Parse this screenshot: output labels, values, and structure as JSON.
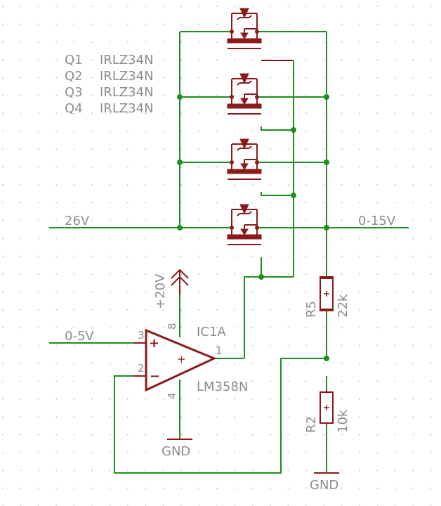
{
  "parts_list": [
    {
      "ref": "Q1",
      "value": "IRLZ34N"
    },
    {
      "ref": "Q2",
      "value": "IRLZ34N"
    },
    {
      "ref": "Q3",
      "value": "IRLZ34N"
    },
    {
      "ref": "Q4",
      "value": "IRLZ34N"
    }
  ],
  "nets": {
    "input_supply": "26V",
    "output": "0-15V",
    "control_input": "0-5V",
    "opamp_supply": "+20V",
    "ground": "GND"
  },
  "opamp": {
    "ref": "IC1A",
    "value": "LM358N",
    "pin_noninv": "3",
    "pin_inv": "2",
    "pin_out": "1",
    "pin_vcc": "8",
    "pin_gnd": "4",
    "plus_sign": "+",
    "minus_sign": "−",
    "center_mark": "+"
  },
  "resistors": [
    {
      "ref": "R5",
      "value": "22k"
    },
    {
      "ref": "R2",
      "value": "10k"
    }
  ],
  "colors": {
    "wire": "#1f8f1f",
    "component": "#8b1a1a",
    "text": "#8c8c8c",
    "grid_dot": "#b4b4b4"
  }
}
